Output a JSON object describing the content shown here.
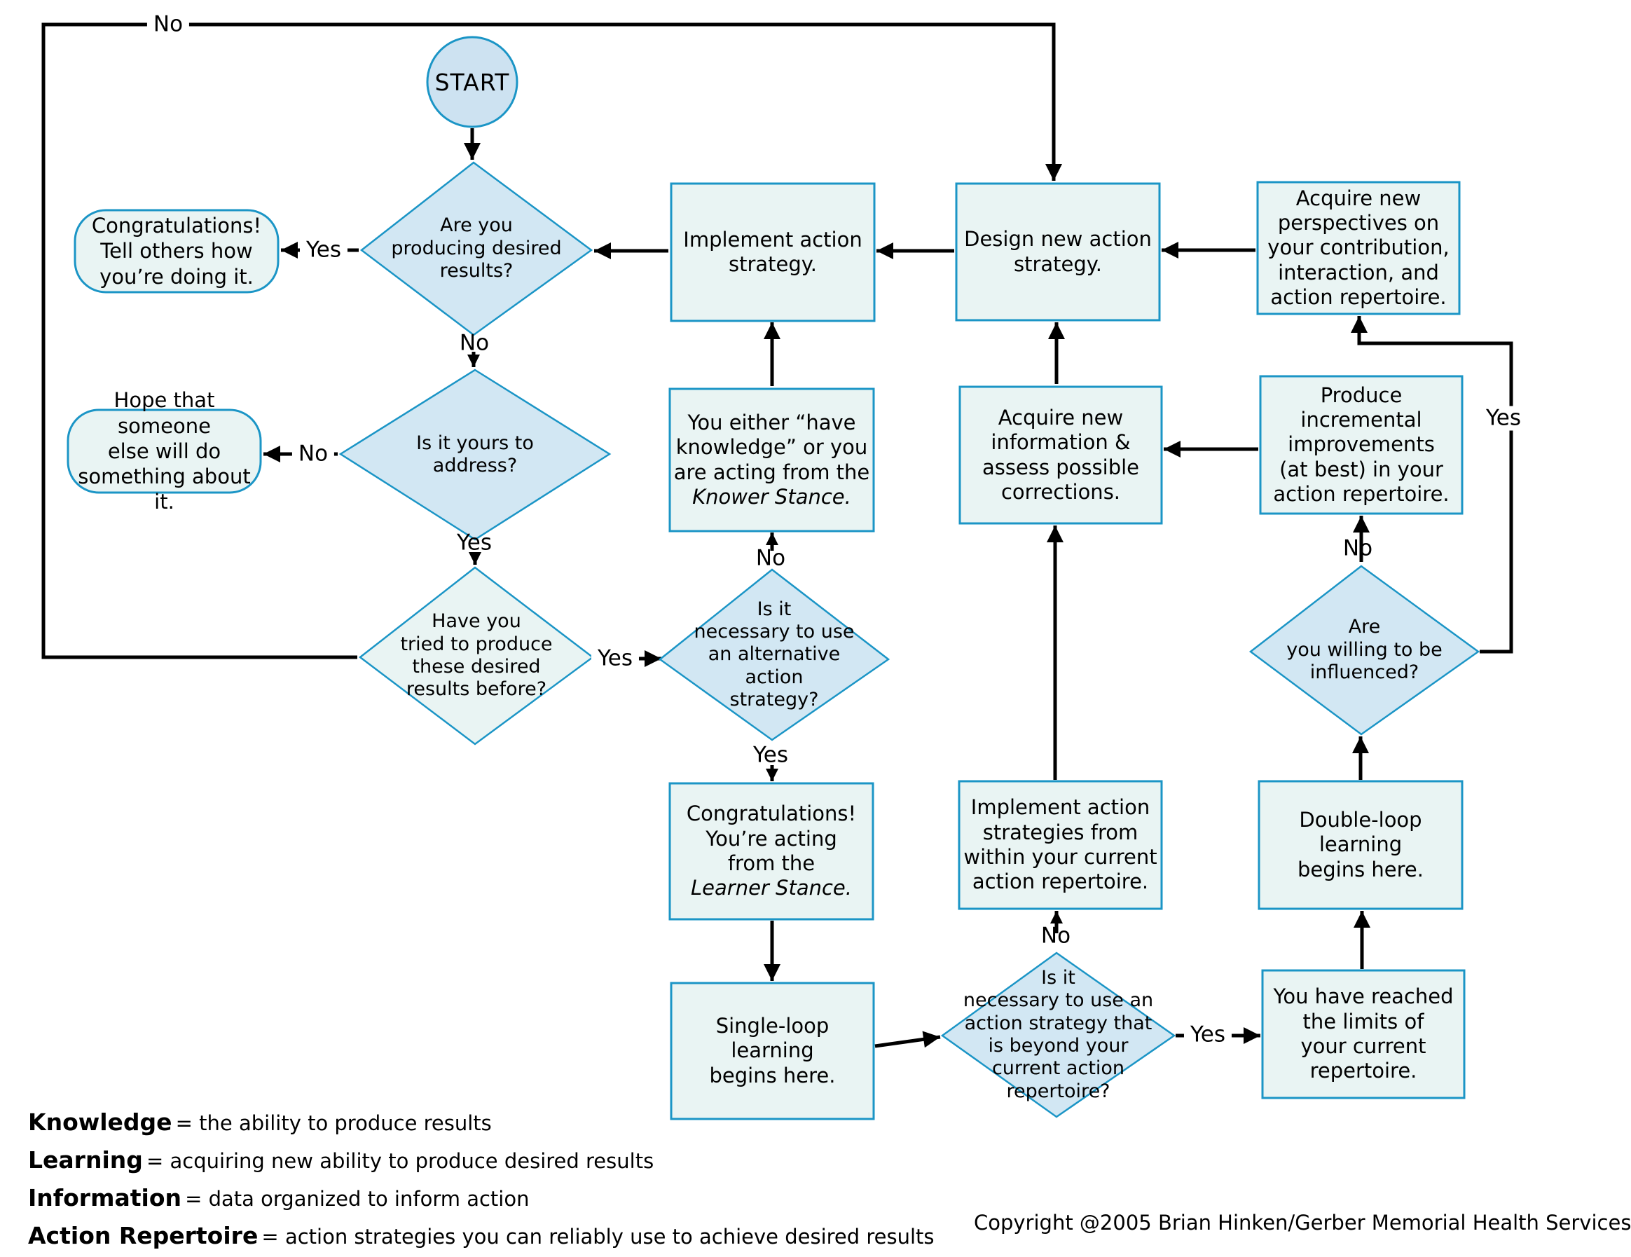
{
  "colors": {
    "shape_border": "#1b95c6",
    "blue_fill": "#d2e7f3",
    "pale_fill": "#e9f4f3",
    "connector": "#000000",
    "text": "#000000"
  },
  "nodes": {
    "start": {
      "label": "START"
    },
    "producing": {
      "label": "Are you\nproducing desired\nresults?"
    },
    "tell_others": {
      "label": "Congratulations!\nTell others how\nyou’re doing it."
    },
    "yours_to_address": {
      "label": "Is it yours to\naddress?"
    },
    "hope_someone": {
      "label": "Hope that someone\nelse will do\nsomething about it."
    },
    "tried_before": {
      "label": "Have you\ntried to produce\nthese desired\nresults before?"
    },
    "implement": {
      "label": "Implement action\nstrategy."
    },
    "design": {
      "label": "Design new action\nstrategy."
    },
    "acquire_perspectives": {
      "label": "Acquire new\nperspectives on\nyour contribution,\ninteraction, and\naction repertoire."
    },
    "knower": {
      "label": "You either “have\nknowledge” or you\nare acting from the",
      "italic": "Knower Stance."
    },
    "acquire_information": {
      "label": "Acquire new\ninformation &\nassess possible\ncorrections."
    },
    "produce_incremental": {
      "label": "Produce\nincremental\nimprovements\n(at best) in your\naction repertoire."
    },
    "alternative": {
      "label": "Is it\nnecessary to use\nan alternative\naction\nstrategy?"
    },
    "willing": {
      "label": "Are\nyou willing to be\ninfluenced?"
    },
    "learner": {
      "label": "Congratulations!\nYou’re acting\nfrom the",
      "italic": "Learner Stance."
    },
    "implement_within": {
      "label": "Implement action\nstrategies from\nwithin your current\naction repertoire."
    },
    "double_loop": {
      "label": "Double-loop\nlearning\nbegins here."
    },
    "single_loop": {
      "label": "Single-loop\nlearning\nbegins here."
    },
    "beyond": {
      "label": "Is it\nnecessary to use an\naction strategy that\nis beyond your\ncurrent action\nrepertoire?"
    },
    "reached": {
      "label": "You have reached\nthe limits of\nyour current\nrepertoire."
    }
  },
  "edge_labels": {
    "no_top_loop": "No",
    "yes_tell_others": "Yes",
    "no_producing": "No",
    "no_address": "No",
    "yes_address": "Yes",
    "yes_tried_before": "Yes",
    "no_alternative": "No",
    "yes_alternative": "Yes",
    "no_beyond": "No",
    "yes_beyond": "Yes",
    "no_willing": "No",
    "yes_willing": "Yes"
  },
  "legend": [
    {
      "term": "Knowledge",
      "definition": "= the ability to produce results"
    },
    {
      "term": "Learning",
      "definition": "= acquiring new ability to produce desired results"
    },
    {
      "term": "Information",
      "definition": "= data organized to inform action"
    },
    {
      "term": "Action Repertoire",
      "definition": "= action strategies you can reliably use to achieve desired results"
    }
  ],
  "copyright": "Copyright @2005 Brian Hinken/Gerber Memorial Health Services"
}
